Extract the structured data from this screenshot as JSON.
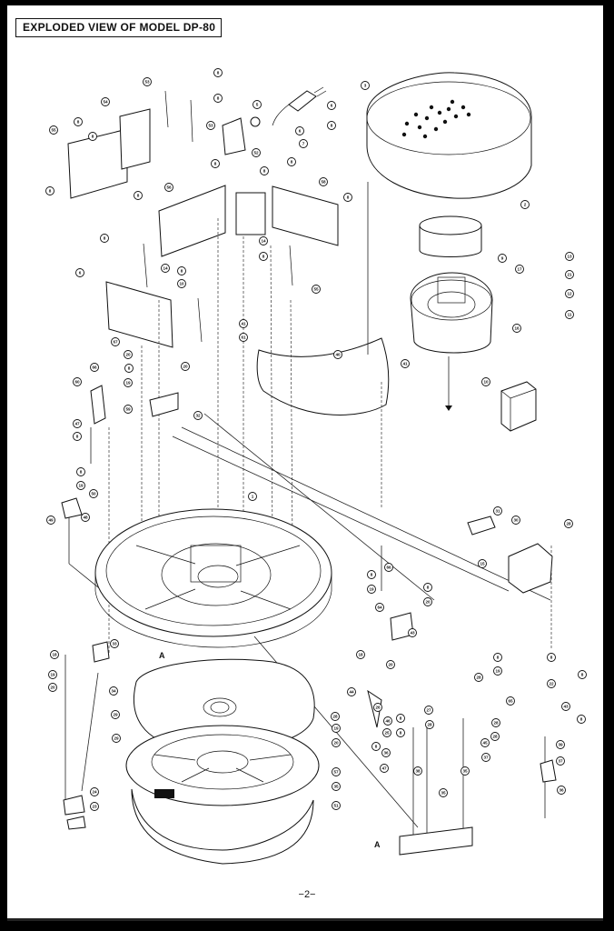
{
  "title": "EXPLODED VIEW OF MODEL DP-80",
  "page_number": "−2−",
  "section_marks": [
    "A",
    "A"
  ],
  "callouts": [
    "8",
    "53",
    "8",
    "3",
    "54",
    "8",
    "53",
    "5",
    "6",
    "6",
    "55",
    "8",
    "8",
    "52",
    "7",
    "8",
    "2",
    "8",
    "56",
    "8",
    "8",
    "58",
    "8",
    "8",
    "14",
    "9",
    "8",
    "8",
    "55",
    "13",
    "17",
    "14",
    "8",
    "21",
    "6",
    "10",
    "12",
    "67",
    "11",
    "41",
    "16",
    "61",
    "20",
    "40",
    "41",
    "66",
    "8",
    "20",
    "10",
    "60",
    "19",
    "59",
    "32",
    "47",
    "8",
    "1",
    "8",
    "19",
    "50",
    "49",
    "48",
    "31",
    "30",
    "28",
    "15",
    "66",
    "8",
    "8",
    "19",
    "20",
    "64",
    "43",
    "18",
    "33",
    "19",
    "34",
    "20",
    "18",
    "22",
    "28",
    "20",
    "8",
    "8",
    "29",
    "19",
    "44",
    "27",
    "8",
    "65",
    "43",
    "8",
    "28",
    "26",
    "46",
    "8",
    "28",
    "28",
    "19",
    "25",
    "28",
    "8",
    "37",
    "39",
    "45",
    "35",
    "20",
    "36",
    "37",
    "29",
    "8",
    "38",
    "51",
    "57",
    "47",
    "35",
    "36",
    "24",
    "23",
    "35"
  ]
}
